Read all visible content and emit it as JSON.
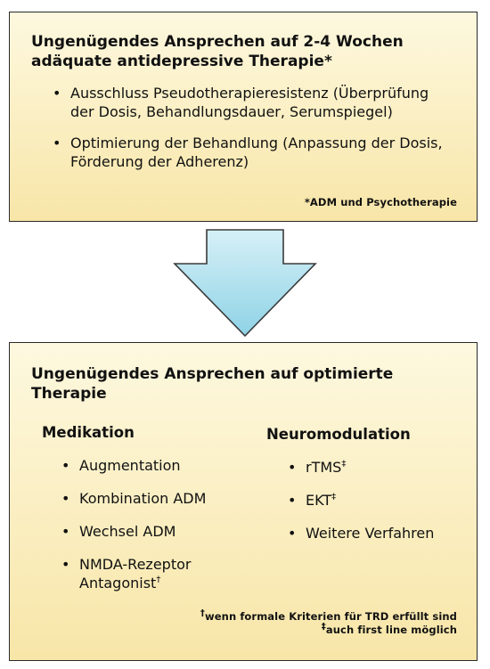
{
  "top_box": {
    "title_line1": "Ungenügendes Ansprechen auf 2-4 Wochen",
    "title_line2": "adäquate antidepressive Therapie*",
    "bullets": [
      {
        "line1": "Ausschluss Pseudotherapieresistenz (Überprüfung",
        "line2": "der Dosis, Behandlungsdauer, Serumspiegel)"
      },
      {
        "line1": "Optimierung der Behandlung (Anpassung der Dosis,",
        "line2": "Förderung der Adherenz)"
      }
    ],
    "footnote": "*ADM und Psychotherapie"
  },
  "arrow": {
    "fill_top": "#d6f0f7",
    "fill_bottom": "#8fd3e6",
    "stroke": "#3a3a3a"
  },
  "bottom_box": {
    "title": "Ungenügendes Ansprechen auf optimierte Therapie",
    "medication": {
      "title": "Medikation",
      "items": [
        {
          "text": "Augmentation"
        },
        {
          "text": "Kombination ADM"
        },
        {
          "text": "Wechsel ADM"
        },
        {
          "line1": "NMDA-Rezeptor",
          "line2": "Antagonist",
          "mark": "†"
        }
      ]
    },
    "neuromodulation": {
      "title": "Neuromodulation",
      "items": [
        {
          "text": "rTMS",
          "mark": "‡"
        },
        {
          "text": "EKT",
          "mark": "‡"
        },
        {
          "text": "Weitere Verfahren"
        }
      ]
    },
    "footnotes": [
      {
        "mark": "†",
        "text": "wenn formale Kriterien für TRD erfüllt sind"
      },
      {
        "mark": "‡",
        "text": "auch first line möglich"
      }
    ]
  },
  "colors": {
    "box_fill_top": "#fdf8df",
    "box_fill_bottom": "#f8e6a8",
    "border": "#2a2a2a"
  },
  "bullet_glyph": "•"
}
